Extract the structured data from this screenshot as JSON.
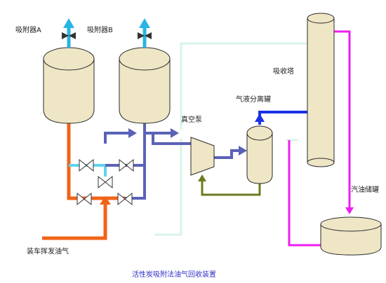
{
  "labels": {
    "adsorber_a": "吸附器A",
    "adsorber_b": "吸附器B",
    "vacuum_pump": "真空泵",
    "separator": "气液分离罐",
    "absorption_tower": "吸收塔",
    "gasoline_tank": "汽油储罐",
    "inlet_vapor": "装车挥发油气"
  },
  "caption": "活性炭吸附法油气回收装置",
  "colors": {
    "background": "#ffffff",
    "vessel_fill": "#efe6c6",
    "vessel_stroke": "#2a2a2a",
    "vent_arrow": "#2ab4e4",
    "inlet_pipe": "#f06418",
    "purge_pipe": "#5fd4ee",
    "vacuum_pipe": "#5a62b6",
    "return_pipe": "#6f7a1e",
    "gas_pipe": "#d8f4e8",
    "separator_outlet": "#1a32e6",
    "gasoline_pipe": "#ee1ef0",
    "caption_text": "#3030c8"
  }
}
